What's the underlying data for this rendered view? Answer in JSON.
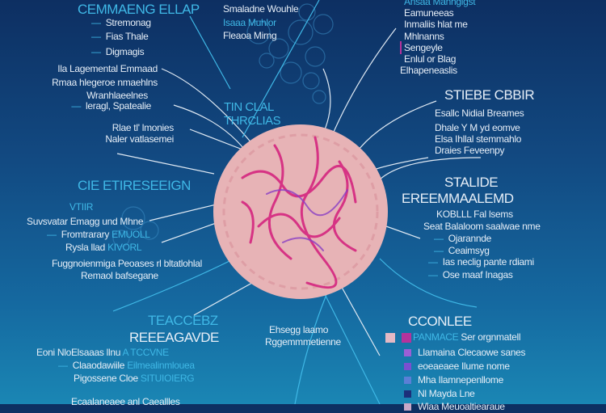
{
  "top_left": {
    "title": "CEMMAENG ELLAP",
    "items": [
      "Stremonag",
      "Fias Thale",
      "Digmagis"
    ]
  },
  "left_mid": {
    "lines": [
      "Ila Lagemental Emmaad",
      "Rmaa hlegeroe nmaehlns",
      "Wranhlaeelnes",
      "leragl, Spatealie"
    ]
  },
  "left_mid2": {
    "lines": [
      "Rlae tl' lmonies",
      "Naler vatlasemei"
    ]
  },
  "left_section": {
    "title": "CIE ETIRESEEIGN",
    "sub": "VTIIR",
    "lines": [
      "Suvsvatar Emagg und Mhne",
      "Fromtrarary",
      "Rysla llad",
      "Fuggnoienmiga Peoases rl bltatlohlal",
      "Remaol bafsegane"
    ],
    "blue": [
      "EMUOLL",
      "KIVORL"
    ]
  },
  "bottom_left": {
    "title": "TEACCEBZ",
    "sub": "REEEAGAVDE",
    "lines": [
      "Eoni NloElsaaas llnu",
      "Claaodawiile",
      "Pigossene Cloe",
      "Ecaalaneaee anl Caeallles"
    ],
    "blue": [
      "A TCCVNE",
      "Eilmealinmlouea",
      "SITUIOIERG"
    ]
  },
  "top_center": {
    "lines": [
      "Smaladne Wouhle",
      "Isaaa Muhlor",
      "Fleaoa Mirng"
    ]
  },
  "center_label": {
    "lines": [
      "TIN CLAL",
      "THRCLIAS"
    ]
  },
  "top_right": {
    "lines": [
      "Ansaa Manhglgst",
      "Eamuneeas",
      "Inmaliis hlat me",
      "Mhlnanns",
      "Sengeyle",
      "Enlul or Blag",
      "Elhapeneaslis"
    ]
  },
  "right_mid": {
    "title": "STIEBE CBBIR",
    "lines": [
      "Esallc Nidial Breames",
      "Dhale Y M yd  eomve",
      "Elsa Ihllal stemmahlo",
      "Draies Feveenpy"
    ]
  },
  "right_section": {
    "title": "STALIDE",
    "sub": "EREEMMAALEMD",
    "lines": [
      "KOBLLL Fal lsems",
      "Seat Balaloom saalwae nme",
      "Ojarannde",
      "Ceaimsyg",
      "Ias neclig pante rdiami",
      "Ose maaf Inagas"
    ]
  },
  "bottom_center": {
    "lines": [
      "Ehsegg laamo",
      "Rggemmmetienne"
    ]
  },
  "bottom_right": {
    "title": "CCONLEE",
    "head_blue": "PANMACE",
    "head_text": "Ser orgnmatell",
    "items": [
      {
        "text": "Llamaina Clecaowe sanes",
        "color": "#9b5fd6"
      },
      {
        "text": "eoeaeaee Ilume nome",
        "color": "#7b4fd0"
      },
      {
        "text": "Mha Ilamnepenllome",
        "color": "#5b7fd6"
      },
      {
        "text": "Nl Mayda Lne",
        "color": "#1c2f7a"
      },
      {
        "text": "Wlaa Meuoaltiearaue",
        "color": "#c8a8c8"
      }
    ],
    "swatches": [
      "#e4b9c4",
      "#b5339c"
    ]
  },
  "colors": {
    "cell": "#e7b3b6",
    "vessel": "#d63384",
    "accent": "#3fb8e6"
  }
}
